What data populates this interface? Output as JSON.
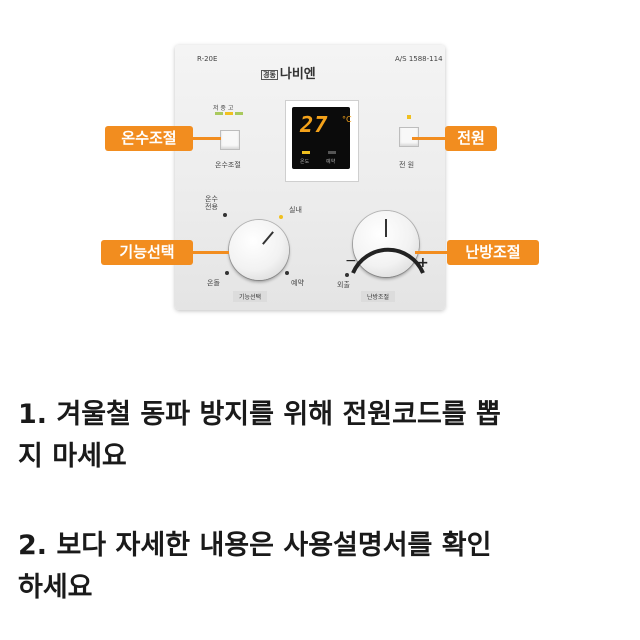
{
  "panel": {
    "model": "R-20E",
    "brand_box": "경동",
    "brand": "나비엔",
    "as_number": "A/S 1588-114",
    "level_labels": "저 중 고",
    "temp_button_label": "온수조절",
    "power_button_label": "전 원",
    "display_temp": "27",
    "display_unit": "°C",
    "display_sub_left": "온도",
    "display_sub_right": "예약",
    "mode_label_top_left": "온수\n전용",
    "mode_label_top_right": "실내",
    "mode_label_bottom_left": "온돌",
    "mode_label_bottom_right": "예약",
    "mode_tag": "기능선택",
    "heat_minus": "−",
    "heat_plus": "+",
    "heat_label_left": "외출",
    "heat_tag": "난방조절"
  },
  "callouts": {
    "hot_water": "온수조절",
    "power": "전원",
    "function": "기능선택",
    "heating": "난방조절"
  },
  "notes": {
    "line1": "1. 겨울철 동파 방지를 위해 전원코드를 뽑",
    "line2": "지 마세요",
    "line3": "2. 보다 자세한 내용은 사용설명서를 확인",
    "line4": "하세요"
  },
  "colors": {
    "accent": "#f28d1f",
    "display_digits": "#f4a21a"
  }
}
